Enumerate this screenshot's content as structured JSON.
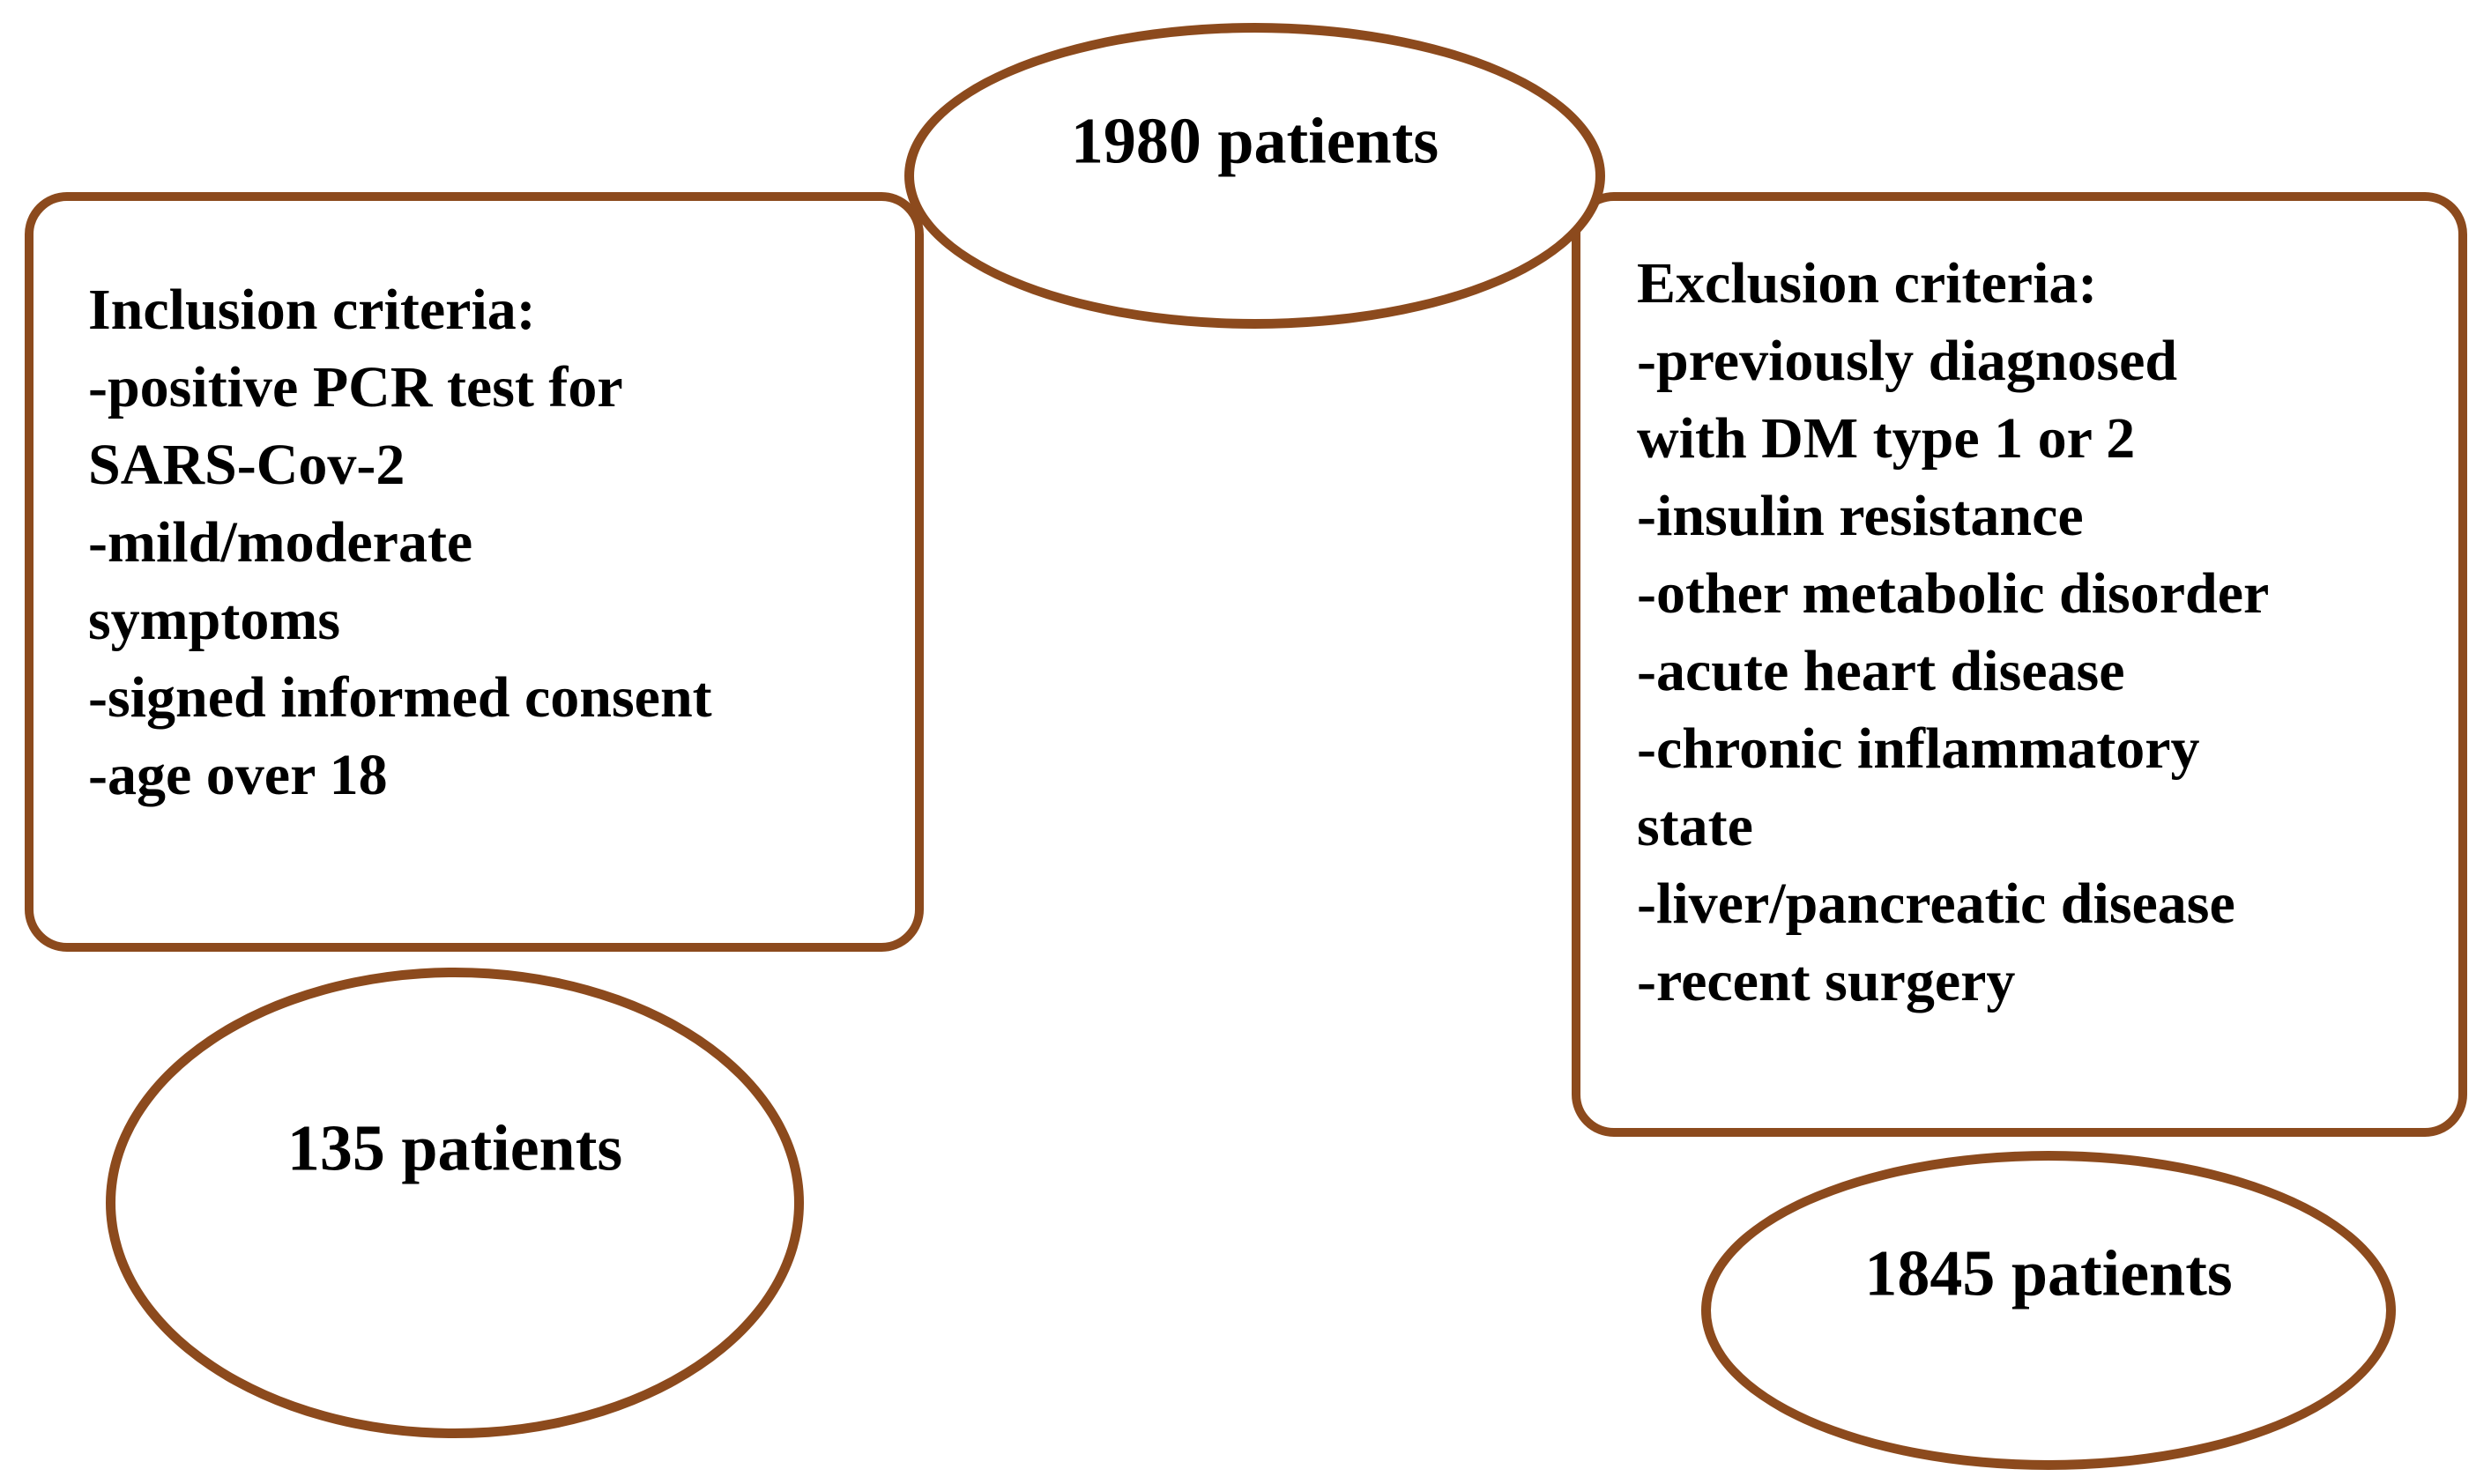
{
  "palette": {
    "border": "#8C4A1D",
    "text": "#000000",
    "background": "#FFFFFF"
  },
  "diagram": {
    "top_ellipse": {
      "label": "1980 patients"
    },
    "inclusion_box": {
      "lines": [
        "Inclusion criteria:",
        "-positive PCR test for",
        "SARS-Cov-2",
        "-mild/moderate",
        "symptoms",
        "-signed informed consent",
        "-age over 18"
      ]
    },
    "exclusion_box": {
      "lines": [
        "Exclusion criteria:",
        "-previously diagnosed",
        "with DM type 1 or 2",
        "-insulin resistance",
        "-other metabolic disorder",
        "-acute heart disease",
        "-chronic inflammatory",
        "state",
        "-liver/pancreatic disease",
        "-recent surgery"
      ]
    },
    "included_ellipse": {
      "label": "135 patients"
    },
    "excluded_ellipse": {
      "label": "1845 patients"
    }
  }
}
